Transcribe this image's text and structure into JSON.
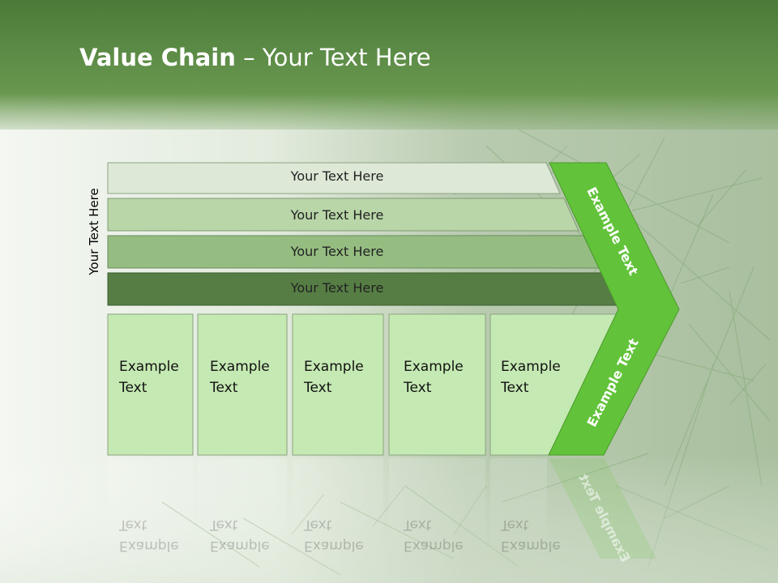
{
  "slide": {
    "title_bold": "Value Chain",
    "title_rest": " – Your Text Here",
    "vertical_label": "Your Text Here"
  },
  "rows": [
    {
      "label": "Your Text Here",
      "color": "#dde9d6"
    },
    {
      "label": "Your Text Here",
      "color": "#b8d6a8"
    },
    {
      "label": "Your Text Here",
      "color": "#95bd81"
    },
    {
      "label": "Your Text Here",
      "color": "#567d44"
    }
  ],
  "cells": [
    {
      "line1": "Example",
      "line2": "Text"
    },
    {
      "line1": "Example",
      "line2": "Text"
    },
    {
      "line1": "Example",
      "line2": "Text"
    },
    {
      "line1": "Example",
      "line2": "Text"
    },
    {
      "line1": "Example",
      "line2": "Text"
    }
  ],
  "chevron": {
    "upper_label": "Example Text",
    "lower_label": "Example Text",
    "color": "#62c33a"
  },
  "colors": {
    "cell_fill": "#c5e9b3",
    "header": "#5a8a45"
  }
}
